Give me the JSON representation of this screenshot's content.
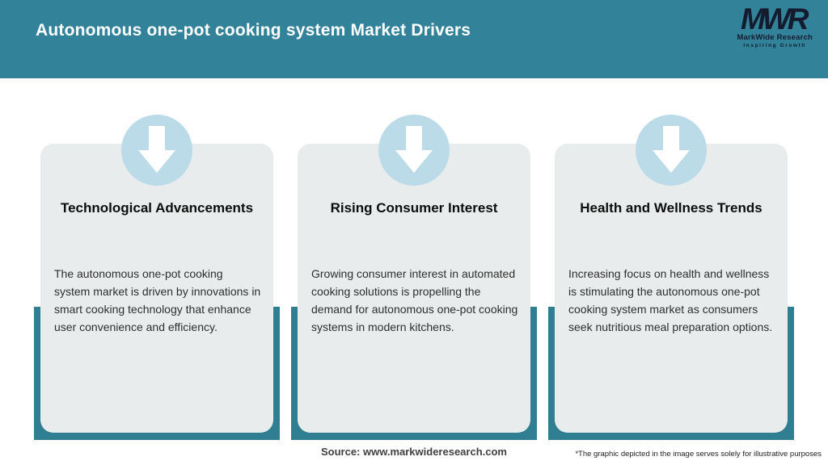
{
  "header": {
    "title": "Autonomous one-pot cooking system Market Drivers",
    "logo": {
      "acronym": "MWR",
      "name": "MarkWide Research",
      "tagline": "Inspiring Growth"
    }
  },
  "cards": [
    {
      "title": "Technological Advancements",
      "description": "The autonomous one-pot cooking system market is driven by innovations in smart cooking technology that enhance user convenience and efficiency."
    },
    {
      "title": "Rising Consumer Interest",
      "description": "Growing consumer interest in automated cooking solutions is propelling the demand for autonomous one-pot cooking systems in modern kitchens."
    },
    {
      "title": "Health and Wellness Trends",
      "description": "Increasing focus on health and wellness is stimulating the autonomous one-pot cooking system market as consumers seek nutritious meal preparation options."
    }
  ],
  "footer": {
    "source": "Source: www.markwideresearch.com",
    "disclaimer": "*The graphic depicted in the image serves solely for illustrative purposes"
  },
  "colors": {
    "header_teal": "#32839A",
    "ribbon_teal": "#307E92",
    "circle_blue": "#BADBE7",
    "card_gray": "#E9ECEC",
    "logo_dark": "#141B2E"
  }
}
